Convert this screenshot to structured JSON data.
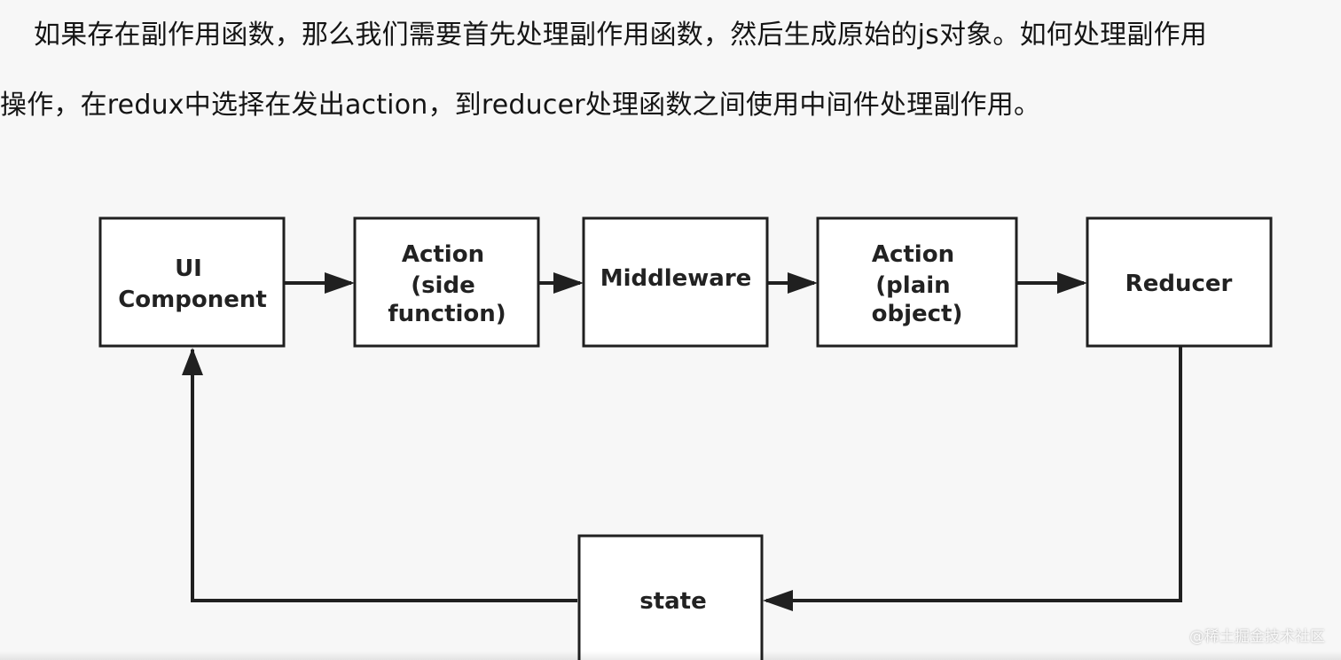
{
  "text": {
    "line1": "如果存在副作用函数，那么我们需要首先处理副作用函数，然后生成原始的js对象。如何处理副作用",
    "line2": "操作，在redux中选择在发出action，到reducer处理函数之间使用中间件处理副作用。"
  },
  "diagram": {
    "nodes": {
      "ui_component": [
        "UI",
        "Component"
      ],
      "action_side": [
        "Action",
        "(side",
        "function)"
      ],
      "middleware": [
        "Middleware"
      ],
      "action_plain": [
        "Action",
        "(plain",
        "object)"
      ],
      "reducer": [
        "Reducer"
      ],
      "state": [
        "state"
      ]
    }
  },
  "footer": {
    "watermark": "@稀土掘金技术社区"
  },
  "colors": {
    "background": "#f7f7f7",
    "box_border": "#202020",
    "box_fill": "#ffffff",
    "text": "#151515"
  }
}
